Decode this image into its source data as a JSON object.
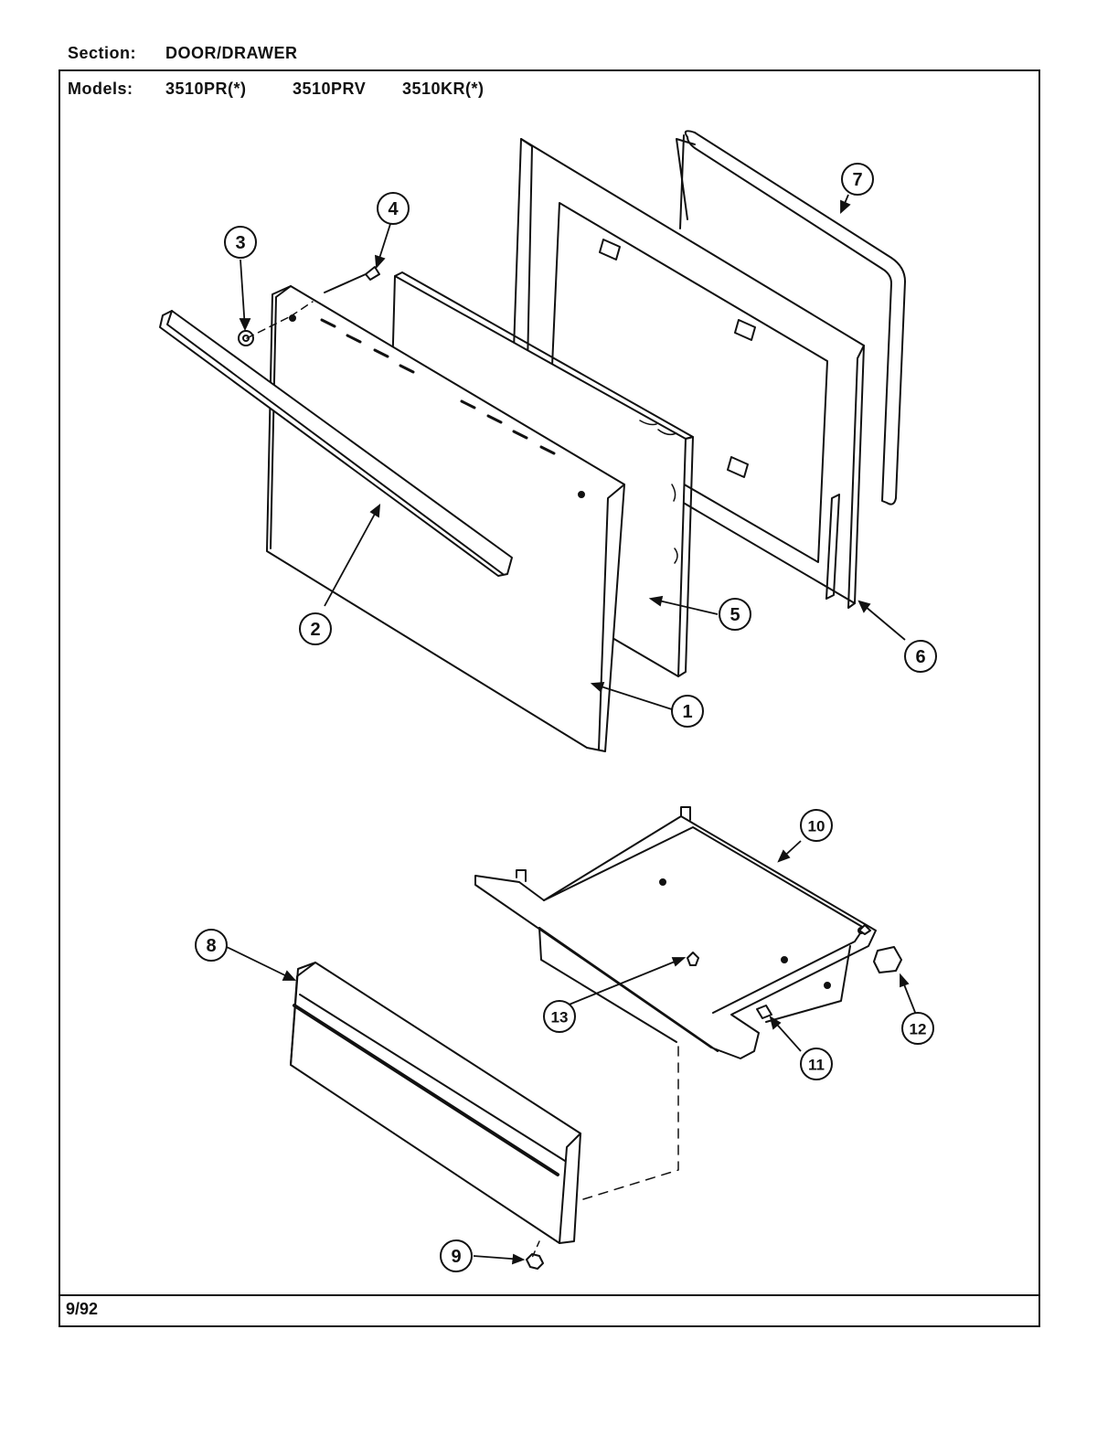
{
  "header": {
    "section_label": "Section:",
    "section_value": "DOOR/DRAWER",
    "models_label": "Models:",
    "models": [
      "3510PR(*)",
      "3510PRV",
      "3510KR(*)"
    ]
  },
  "callouts": [
    "1",
    "2",
    "3",
    "4",
    "5",
    "6",
    "7",
    "8",
    "9",
    "10",
    "11",
    "12",
    "13"
  ],
  "footer": {
    "date": "9/92"
  }
}
